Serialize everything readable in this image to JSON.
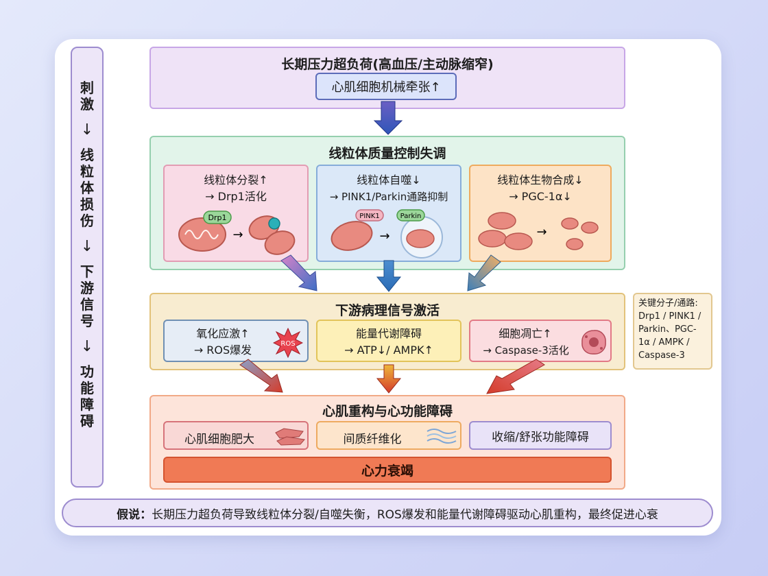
{
  "sidebar": {
    "stage1": "刺激",
    "stage2": "线粒体损伤",
    "stage3": "下游信号",
    "stage4": "功能障碍",
    "arrow": "↓"
  },
  "stimulus": {
    "title": "长期压力超负荷(高血压/主动脉缩窄)",
    "chip": "心肌细胞机械牵张↑"
  },
  "mito_section": {
    "title": "线粒体质量控制失调",
    "fission": {
      "line1": "线粒体分裂↑",
      "line2": "→ Drp1活化",
      "tag": "Drp1"
    },
    "autophagy": {
      "line1": "线粒体自噬↓",
      "line2": "→ PINK1/Parkin通路抑制",
      "tag1": "PINK1",
      "tag2": "Parkin"
    },
    "biogenesis": {
      "line1": "线粒体生物合成↓",
      "line2": "→ PGC-1α↓"
    },
    "arrow": "→"
  },
  "signal_section": {
    "title": "下游病理信号激活",
    "oxidative": {
      "line1": "氧化应激↑",
      "line2": "→ ROS爆发",
      "badge": "ROS"
    },
    "energy": {
      "line1": "能量代谢障碍",
      "line2": "→ ATP↓/ AMPK↑"
    },
    "apoptosis": {
      "line1": "细胞凋亡↑",
      "line2": "→ Caspase-3活化"
    }
  },
  "remodel_section": {
    "title": "心肌重构与心功能障碍",
    "hypertrophy": "心肌细胞肥大",
    "fibrosis": "间质纤维化",
    "dysfunction": "收缩/舒张功能障碍",
    "heart_failure": "心力衰竭"
  },
  "note": {
    "text": "关键分子/通路: Drp1 / PINK1 / Parkin、PGC-1α / AMPK / Caspase-3"
  },
  "hypothesis": {
    "label": "假说：",
    "text": "长期压力超负荷导致线粒体分裂/自噬失衡，ROS爆发和能量代谢障碍驱动心肌重构，最终促进心衰"
  },
  "colors": {
    "arrow_blue": "#2f56b8",
    "arrow_red": "#d43d2c",
    "mito_fill": "#e88a80"
  }
}
